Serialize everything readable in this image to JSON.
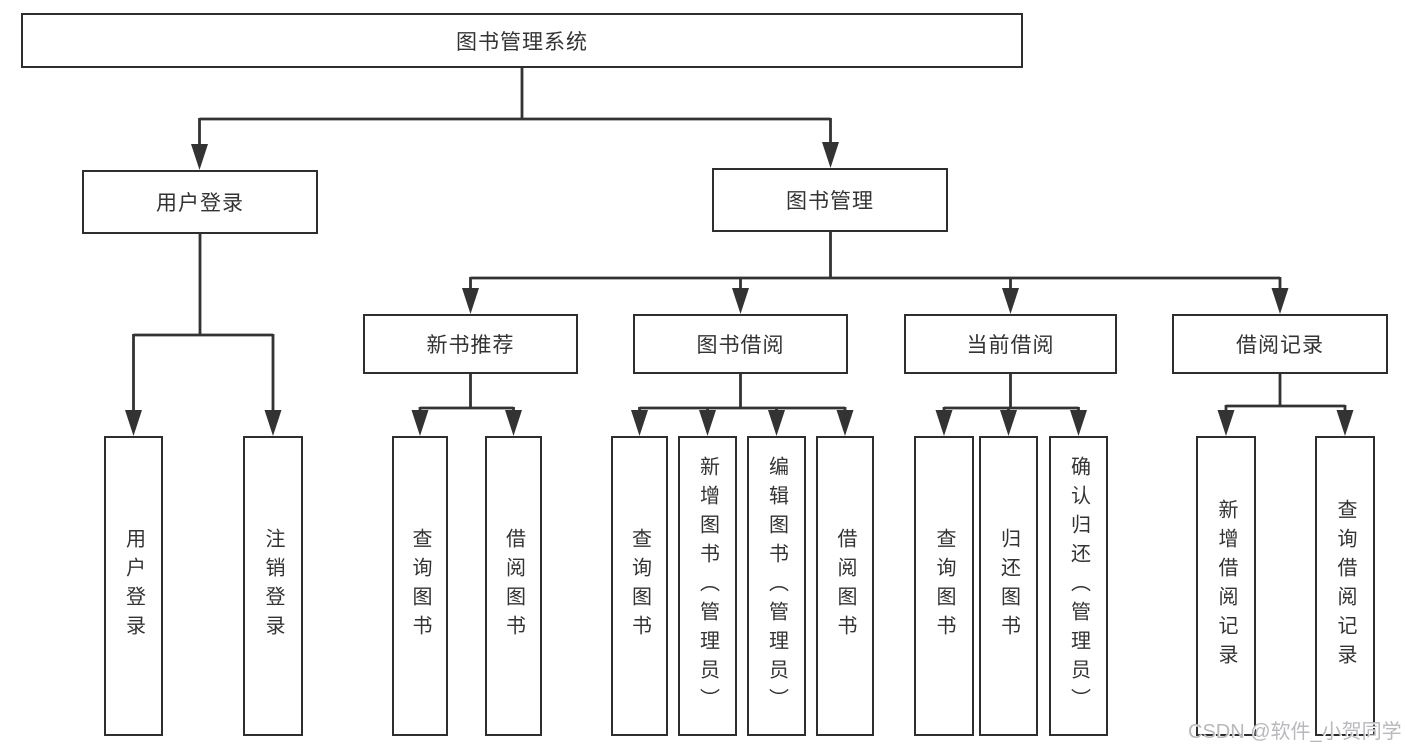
{
  "colors": {
    "line": "#333333",
    "border": "#2e2e2e",
    "text": "#333333",
    "watermark": "#b9b9bd",
    "background": "#ffffff"
  },
  "watermark": "CSDN @软件_小贺同学",
  "tree": {
    "root": {
      "label": "图书管理系统"
    },
    "branches": [
      {
        "label": "用户登录",
        "children": [
          {
            "label": "用户登录"
          },
          {
            "label": "注销登录"
          }
        ]
      },
      {
        "label": "图书管理",
        "sections": [
          {
            "label": "新书推荐",
            "children": [
              {
                "label": "查询图书"
              },
              {
                "label": "借阅图书"
              }
            ]
          },
          {
            "label": "图书借阅",
            "children": [
              {
                "label": "查询图书"
              },
              {
                "label": "新增图书（管理员）"
              },
              {
                "label": "编辑图书（管理员）"
              },
              {
                "label": "借阅图书"
              }
            ]
          },
          {
            "label": "当前借阅",
            "children": [
              {
                "label": "查询图书"
              },
              {
                "label": "归还图书"
              },
              {
                "label": "确认归还（管理员）"
              }
            ]
          },
          {
            "label": "借阅记录",
            "children": [
              {
                "label": "新增借阅记录"
              },
              {
                "label": "查询借阅记录"
              }
            ]
          }
        ]
      }
    ]
  }
}
